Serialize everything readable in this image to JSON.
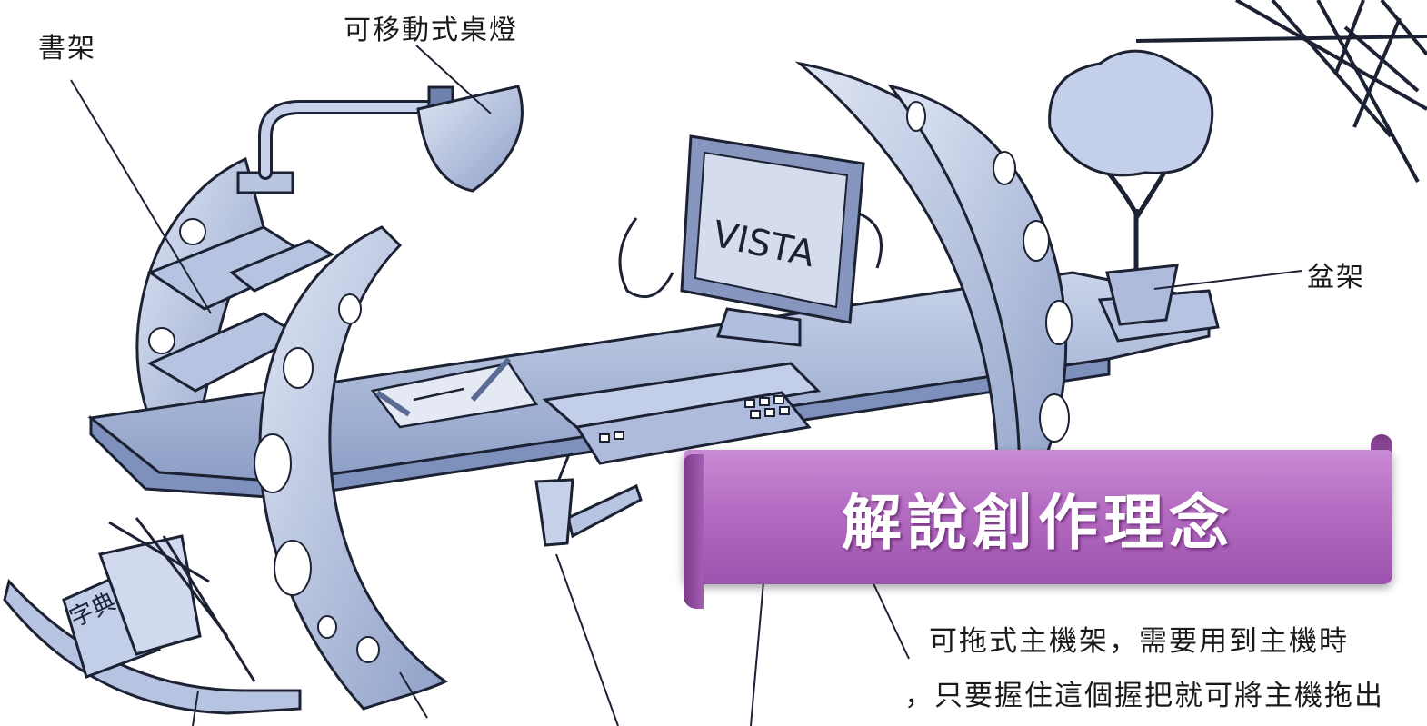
{
  "labels": {
    "bookshelf": "書架",
    "desk_lamp": "可移動式桌燈",
    "plant_stand": "盆架"
  },
  "monitor_text": "VISTA",
  "book_spine_text": "字典",
  "banner": {
    "title": "解說創作理念"
  },
  "description": {
    "line1": "可拖式主機架，需要用到主機時",
    "line2": "，只要握住這個握把就可將主機拖出"
  },
  "colors": {
    "sketch_fill": "#a9b8d8",
    "sketch_light": "#d3dcee",
    "sketch_dark": "#6f82ad",
    "ink": "#1c2233",
    "banner": "#b46cc2"
  }
}
